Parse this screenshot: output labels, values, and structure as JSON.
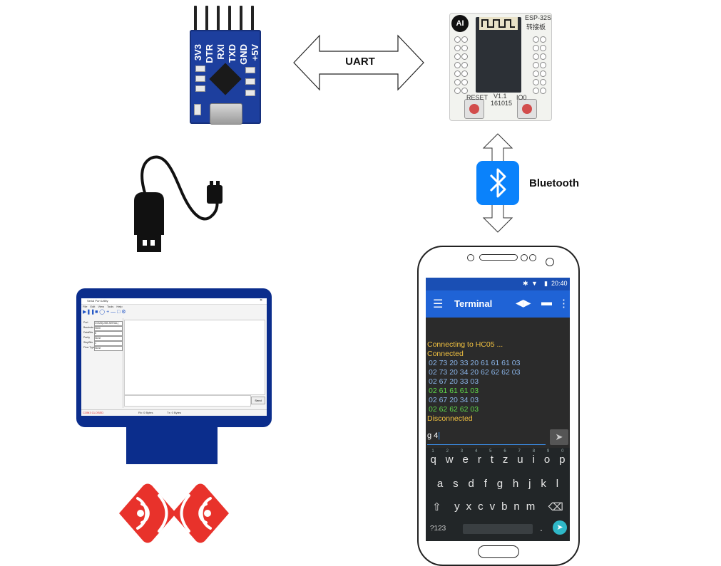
{
  "labels": {
    "uart": "UART",
    "bluetooth": "Bluetooth"
  },
  "uart_adapter": {
    "pins": [
      "3V3",
      "DTR",
      "RXI",
      "TXD",
      "GND",
      "+5V"
    ]
  },
  "esp_board": {
    "title_line1": "ESP-32S",
    "title_line2": "转接板",
    "logo": "AI",
    "reset_label": "RESET",
    "io0_label": "IO0",
    "version": "V1.1",
    "date": "161015"
  },
  "phone": {
    "status_time": "20:40",
    "app_title": "Terminal",
    "terminal_lines": [
      {
        "text": "Connecting to HC05 ...",
        "color": "#f0c040"
      },
      {
        "text": "Connected",
        "color": "#f0c040"
      },
      {
        "text": "02 73 20 33 20 61 61 61 03",
        "color": "#8ab4e8"
      },
      {
        "text": "02 73 20 34 20 62 62 62 03",
        "color": "#8ab4e8"
      },
      {
        "text": "02 67 20 33 03",
        "color": "#8ab4e8"
      },
      {
        "text": "02 61 61 61 03",
        "color": "#5fd84a"
      },
      {
        "text": "02 67 20 34 03",
        "color": "#8ab4e8"
      },
      {
        "text": "02 62 62 62 03",
        "color": "#5fd84a"
      },
      {
        "text": "Disconnected",
        "color": "#f0c040"
      }
    ],
    "input_value": "g 4",
    "keyboard": {
      "row1": [
        "q",
        "w",
        "e",
        "r",
        "t",
        "z",
        "u",
        "i",
        "o",
        "p"
      ],
      "row1_hints": [
        "1",
        "2",
        "3",
        "4",
        "5",
        "6",
        "7",
        "8",
        "9",
        "0"
      ],
      "row2": [
        "a",
        "s",
        "d",
        "f",
        "g",
        "h",
        "j",
        "k",
        "l"
      ],
      "row3": [
        "y",
        "x",
        "c",
        "v",
        "b",
        "n",
        "m"
      ],
      "symbols_key": "?123",
      "period_key": "."
    }
  },
  "monitor_app": {
    "window_title": "Serial Port Utility",
    "menu": [
      "File",
      "Edit",
      "View",
      "Tools",
      "Help"
    ],
    "settings": [
      {
        "label": "Port",
        "value": "COM3(USB-SERIAL)"
      },
      {
        "label": "Baudrate",
        "value": "9600"
      },
      {
        "label": "DataBits",
        "value": "8"
      },
      {
        "label": "Parity",
        "value": "None"
      },
      {
        "label": "StopBits",
        "value": "1"
      },
      {
        "label": "Flow Type",
        "value": "None"
      }
    ],
    "send_button": "Send",
    "status_left": "COM3 CLOSED",
    "status_rx": "Rx: 0 Bytes",
    "status_tx": "Tx: 0 Bytes"
  },
  "colors": {
    "uart_board": "#1d3f9e",
    "bluetooth": "#0a82fb",
    "monitor": "#0b2d8c",
    "espressif_logo": "#e8322b"
  },
  "icons": [
    "usb-cable-icon",
    "bluetooth-icon",
    "espressif-logo",
    "arrow-double-horizontal",
    "arrow-double-vertical"
  ]
}
